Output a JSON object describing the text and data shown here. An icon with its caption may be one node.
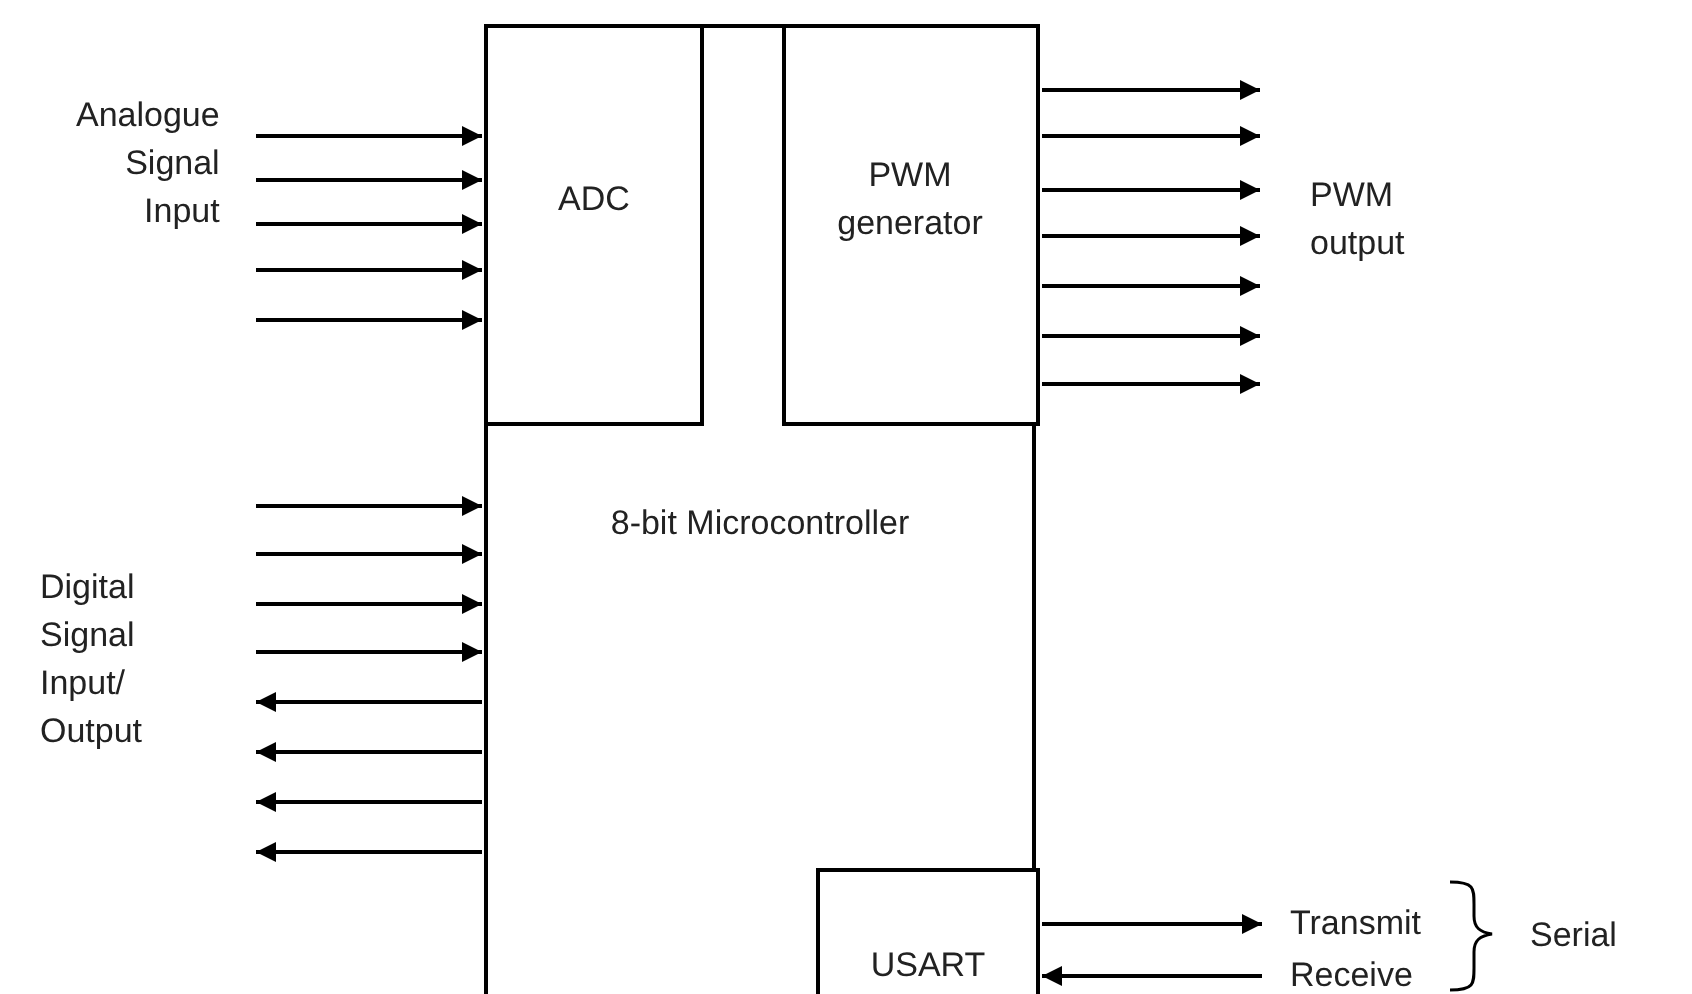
{
  "diagram": {
    "nodes": [
      {
        "text": [
          "8-bit Microcontroller"
        ]
      },
      {
        "text": [
          "ADC"
        ],
        "in": 0
      },
      {
        "text": [
          "PWM generator"
        ],
        "in": 0
      },
      {
        "text": [
          "USART"
        ],
        "in": 0
      },
      {
        "text": [
          "Transmit"
        ]
      },
      {
        "text": [
          "Receive"
        ]
      }
    ],
    "edges": [
      {
        "from": null,
        "to": 1,
        "arrow": "to"
      },
      {
        "from": null,
        "to": 1,
        "arrow": "to"
      },
      {
        "from": null,
        "to": 1,
        "arrow": "to"
      },
      {
        "from": null,
        "to": 1,
        "arrow": "to"
      },
      {
        "from": null,
        "to": 1,
        "arrow": "to"
      },
      {
        "from": 2,
        "to": null,
        "arrow": "to"
      },
      {
        "from": 2,
        "to": null,
        "arrow": "to"
      },
      {
        "from": 2,
        "to": null,
        "arrow": "to"
      },
      {
        "from": 2,
        "to": null,
        "arrow": "to"
      },
      {
        "from": 2,
        "to": null,
        "arrow": "to"
      },
      {
        "from": 2,
        "to": null,
        "arrow": "to"
      },
      {
        "from": 2,
        "to": null,
        "arrow": "to"
      },
      {
        "from": null,
        "to": 0,
        "arrow": "to"
      },
      {
        "from": null,
        "to": 0,
        "arrow": "to"
      },
      {
        "from": null,
        "to": 0,
        "arrow": "to"
      },
      {
        "from": null,
        "to": 0,
        "arrow": "to"
      },
      {
        "from": 0,
        "to": null,
        "arrow": "to"
      },
      {
        "from": 0,
        "to": null,
        "arrow": "to"
      },
      {
        "from": 0,
        "to": null,
        "arrow": "to"
      },
      {
        "from": 0,
        "to": null,
        "arrow": "to"
      },
      {
        "from": 3,
        "to": 4,
        "arrow": "to"
      },
      {
        "from": 5,
        "to": 3,
        "arrow": "to"
      }
    ],
    "labels": [
      "Analogue Signal Input",
      "PWM output",
      "Digital Signal Input/ Output",
      "Serial"
    ]
  }
}
